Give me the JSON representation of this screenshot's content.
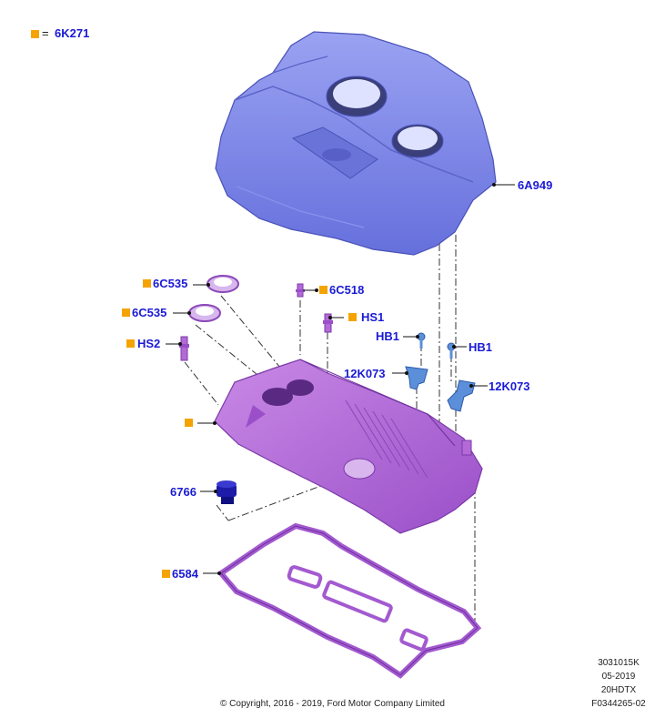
{
  "legend": {
    "marker_color": "#f5a300",
    "equals": "=",
    "part": "6K271"
  },
  "callouts": {
    "cover": "6A949",
    "seal_upper": "6C535",
    "seal_lower": "6C535",
    "stud": "6C518",
    "sensor_hs1": "HS1",
    "sensor_hs2": "HS2",
    "bolt_left": "HB1",
    "bolt_right": "HB1",
    "sensor_left": "12K073",
    "sensor_right": "12K073",
    "oil_cap": "6766",
    "gasket": "6584"
  },
  "colors": {
    "label": "#1a1ad6",
    "cover": "#7b84e8",
    "valve_cover": "#b46ad6",
    "gasket": "#a35ad0",
    "sensor": "#5b8fd9",
    "oil_cap": "#1c1ca8"
  },
  "footer": {
    "ref1": "3031015K",
    "date": "05-2019",
    "ref2": "20HDTX",
    "fig": "F0344265-02",
    "copyright": "© Copyright, 2016 - 2019, Ford Motor Company Limited"
  }
}
